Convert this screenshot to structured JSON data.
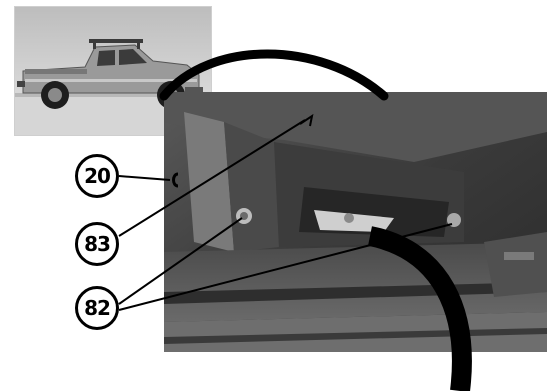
{
  "callouts": {
    "part_20": "20",
    "part_83": "83",
    "part_82": "82"
  },
  "colors": {
    "ink": "#000000",
    "truck_body": "#9a9a9a",
    "photo_dark": "#2e2e2e"
  }
}
